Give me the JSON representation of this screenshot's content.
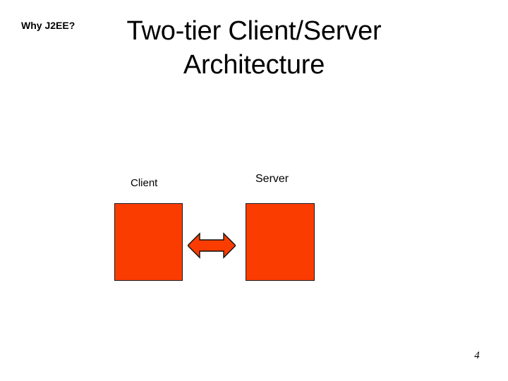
{
  "slide": {
    "kicker": "Why J2EE?",
    "title_lines": [
      "Two-tier Client/Server",
      "Architecture"
    ],
    "page_number": "4",
    "background_color": "#FFFFFF",
    "text_color": "#000000"
  },
  "diagram": {
    "type": "two-tier-architecture",
    "accent_color": "#FA3C00",
    "outline_color": "#1A1A1A",
    "nodes": [
      {
        "id": "client",
        "label": "Client",
        "shape": "rectangle"
      },
      {
        "id": "server",
        "label": "Server",
        "shape": "rectangle"
      }
    ],
    "connector": {
      "id": "client-server-link",
      "icon": "double-headed-arrow",
      "direction": "bidirectional",
      "from": "client",
      "to": "server",
      "label": ""
    }
  }
}
